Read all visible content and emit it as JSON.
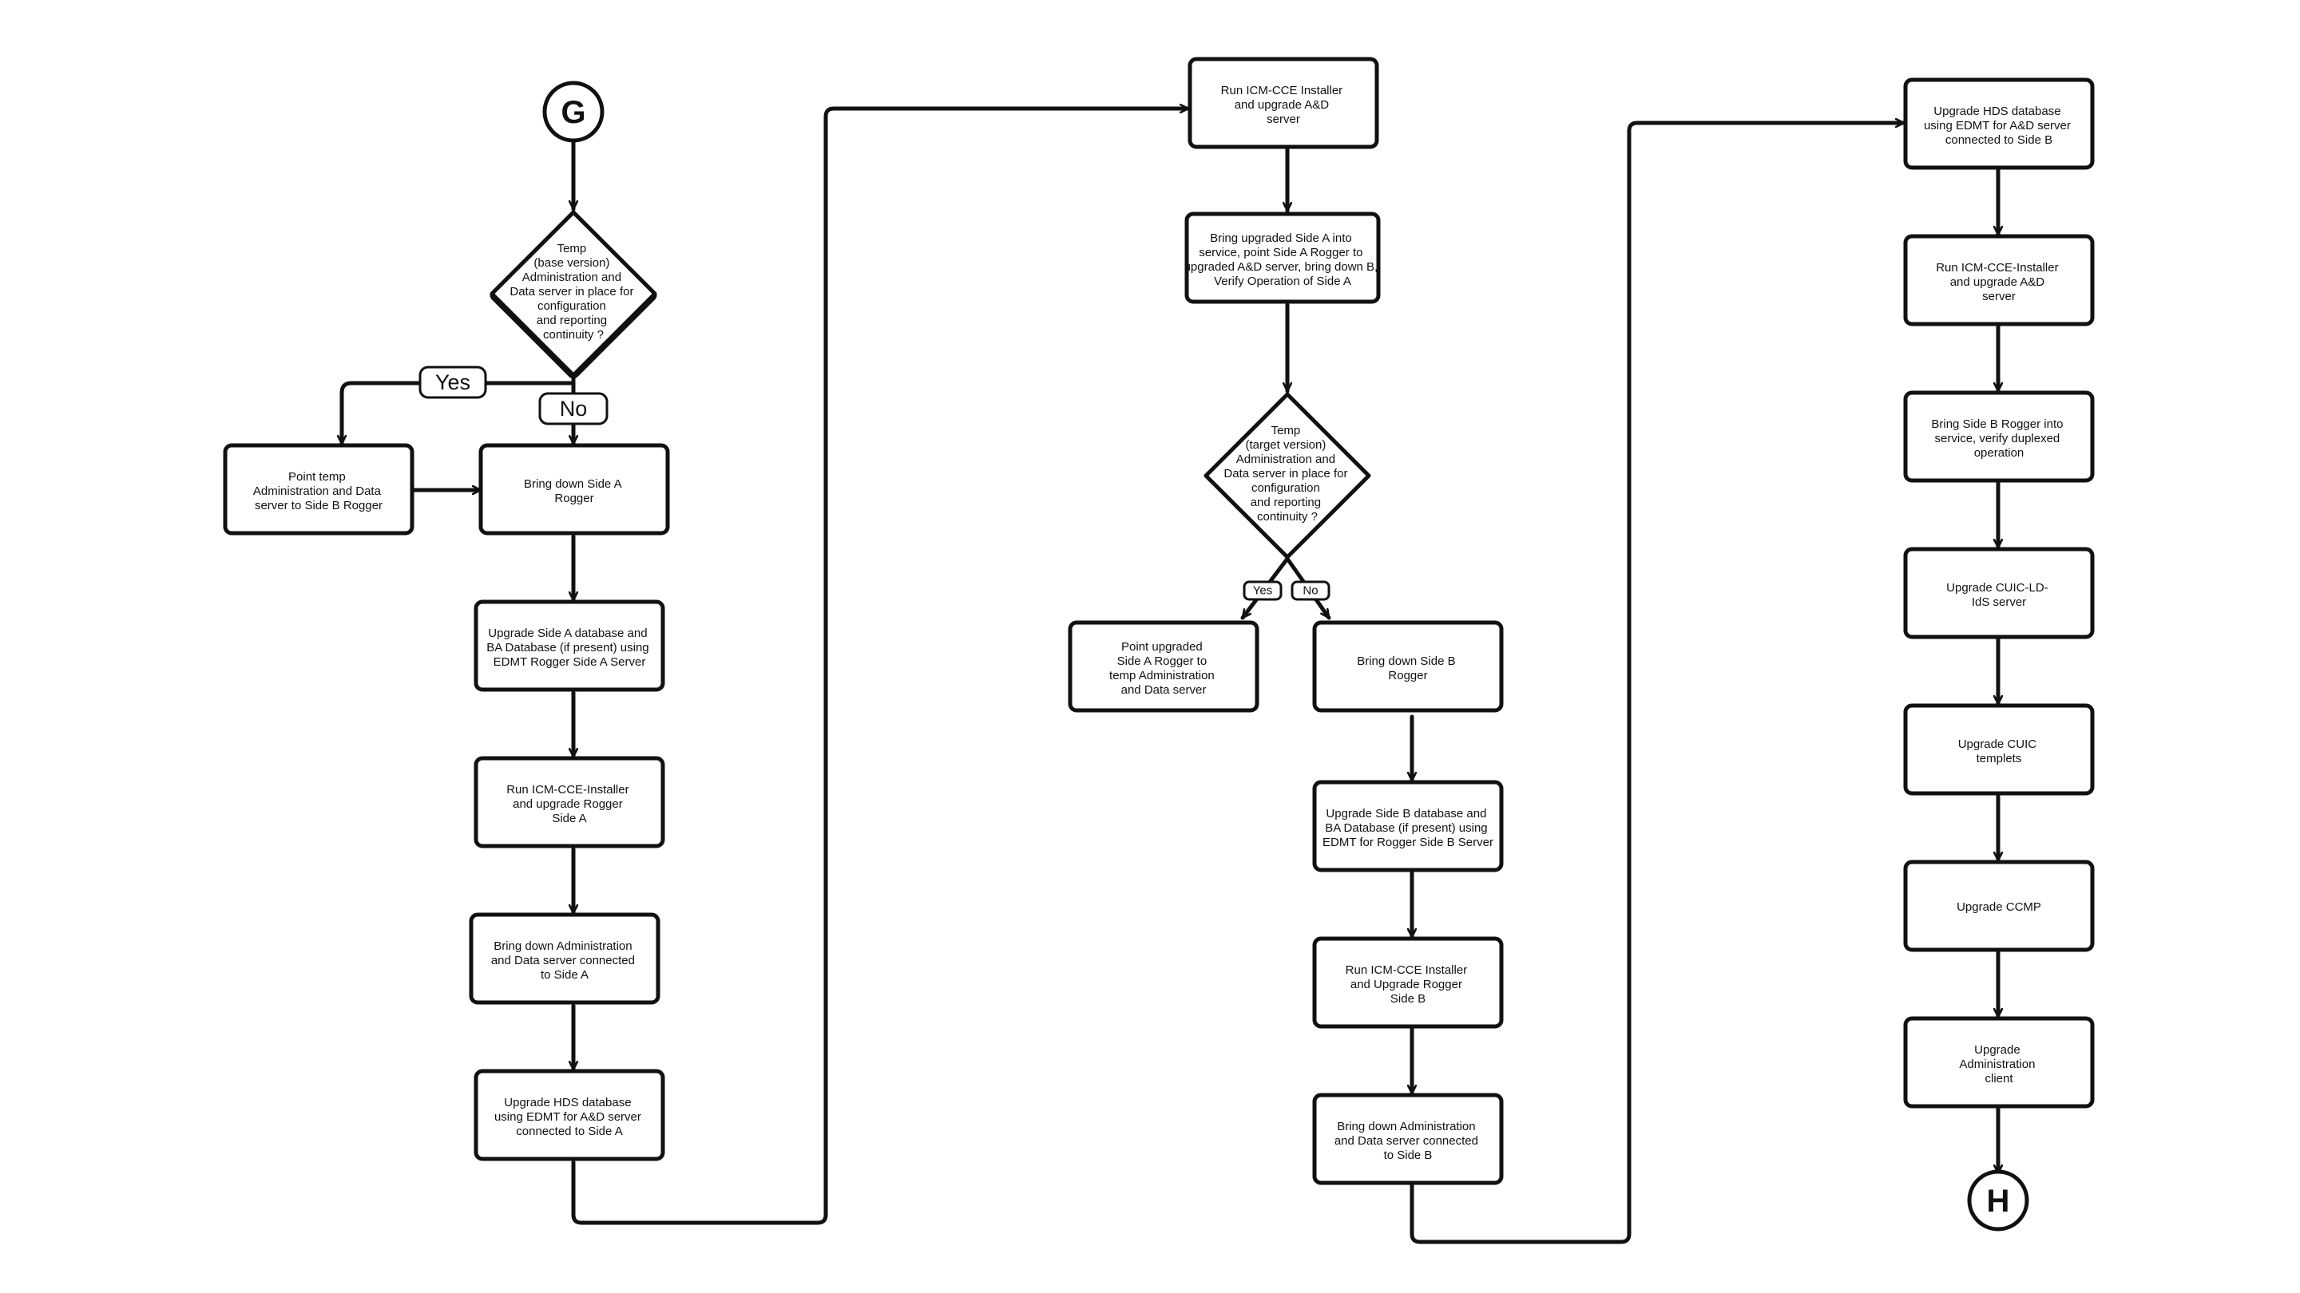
{
  "terminals": {
    "start": "G",
    "end": "H"
  },
  "decisions": {
    "temp_base": [
      "Temp",
      "(base version)",
      "Administration and",
      "Data server in place for",
      "configuration",
      "and reporting",
      "continuity ?"
    ],
    "temp_target": [
      "Temp",
      "(target version)",
      "Administration and",
      "Data server in place for",
      "configuration",
      "and reporting",
      "continuity ?"
    ]
  },
  "edge_labels": {
    "yes_1": "Yes",
    "no_1": "No",
    "yes_2": "Yes",
    "no_2": "No"
  },
  "steps": {
    "point_temp_side_b": [
      "Point temp",
      "Administration and Data",
      "server to Side B Rogger"
    ],
    "bring_down_side_a": [
      "Bring down Side A",
      "Rogger"
    ],
    "upgrade_side_a_db": [
      "Upgrade Side A database and",
      "BA Database (if present) using",
      "EDMT Rogger Side A Server"
    ],
    "run_installer_rogger_a": [
      "Run ICM-CCE-Installer",
      "and upgrade Rogger",
      "Side A"
    ],
    "bring_down_admin_a": [
      "Bring down Administration",
      "and Data server connected",
      "to Side A"
    ],
    "upgrade_hds_a": [
      "Upgrade HDS database",
      "using EDMT for A&D server",
      "connected to Side A"
    ],
    "run_installer_ad": [
      "Run ICM-CCE Installer",
      "and upgrade A&D",
      "server"
    ],
    "bring_upgraded_side_a": [
      "Bring upgraded Side A into",
      "service, point Side A Rogger to",
      "upgraded A&D server, bring down B,",
      "Verify Operation of Side A"
    ],
    "point_upgraded_side_a": [
      "Point upgraded",
      "Side A Rogger to",
      "temp Administration",
      "and Data server"
    ],
    "bring_down_side_b": [
      "Bring down Side B",
      "Rogger"
    ],
    "upgrade_side_b_db": [
      "Upgrade Side B database and",
      "BA Database (if present) using",
      "EDMT for Rogger Side B Server"
    ],
    "run_installer_rogger_b": [
      "Run ICM-CCE Installer",
      "and Upgrade Rogger",
      "Side B"
    ],
    "bring_down_admin_b": [
      "Bring down Administration",
      "and Data server connected",
      "to Side B"
    ],
    "upgrade_hds_b": [
      "Upgrade HDS database",
      "using EDMT for A&D server",
      "connected to Side B"
    ],
    "run_installer_ad_b": [
      "Run ICM-CCE-Installer",
      "and upgrade A&D",
      "server"
    ],
    "bring_side_b_rogger": [
      "Bring Side B Rogger into",
      "service, verify duplexed",
      "operation"
    ],
    "upgrade_cuic": [
      "Upgrade CUIC-LD-",
      "IdS server"
    ],
    "upgrade_cuic_templets": [
      "Upgrade CUIC",
      "templets"
    ],
    "upgrade_ccmp": [
      "Upgrade CCMP"
    ],
    "upgrade_admin_client": [
      "Upgrade",
      "Administration",
      "client"
    ]
  }
}
